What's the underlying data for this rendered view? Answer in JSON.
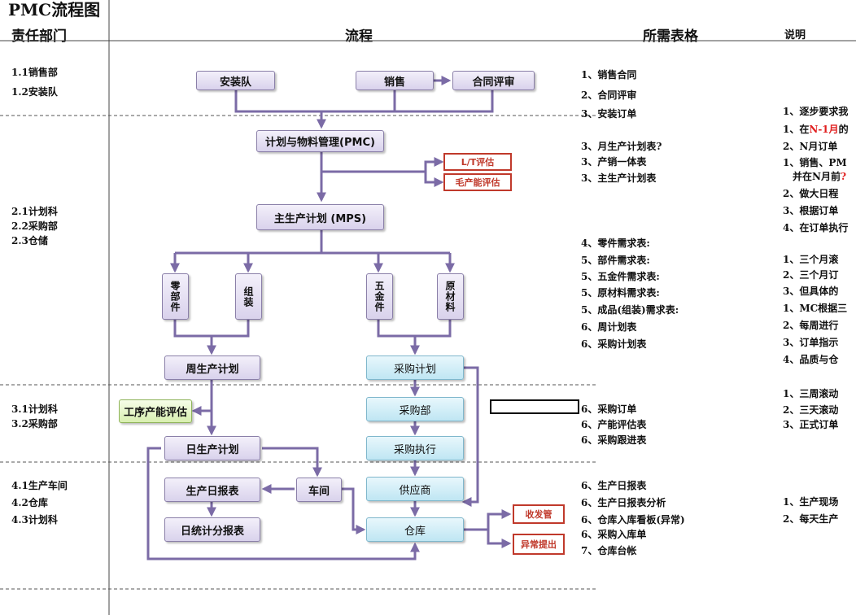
{
  "header": {
    "title": "PMC流程图",
    "dept": "责任部门",
    "flow": "流程",
    "forms": "所需表格",
    "notes": "说明"
  },
  "depts": [
    [
      "1.1销售部",
      "1.2安装队"
    ],
    [
      "2.1计划科",
      "2.2采购部",
      "2.3仓储"
    ],
    [
      "3.1计划科",
      "3.2采购部"
    ],
    [
      "4.1生产车间",
      "4.2仓库",
      "4.3计划科"
    ]
  ],
  "boxes": {
    "install": "安装队",
    "sales": "销售",
    "contract": "合同评审",
    "pmc": "计划与物料管理(PMC)",
    "lt": "L/T评估",
    "capacity": "毛产能评估",
    "mps": "主生产计划 (MPS)",
    "parts": "零部件",
    "assembly": "组装",
    "hardware": "五金件",
    "raw": "原材料",
    "weekly": "周生产计划",
    "purchase_plan": "采购计划",
    "process_eval": "工序产能评估",
    "purchasing": "采购部",
    "daily": "日生产计划",
    "purchase_exec": "采购执行",
    "daily_report": "生产日报表",
    "workshop": "车间",
    "supplier": "供应商",
    "daily_stats": "日统计分报表",
    "warehouse": "仓库",
    "receiving": "收发管",
    "exception": "异常提出"
  },
  "forms": [
    "1、销售合同",
    "2、合同评审",
    "3、安装订单",
    "3、月生产计划表?",
    "3、产销一体表",
    "3、主生产计划表",
    "4、零件需求表:",
    "5、部件需求表:",
    "5、五金件需求表:",
    "5、原材料需求表:",
    "5、成品(组装)需求表:",
    "6、周计划表",
    "6、采购计划表",
    "6、采购订单",
    "6、产能评估表",
    "6、采购跟进表",
    "6、生产日报表",
    "6、生产日报表分析",
    "6、仓库入库看板(异常)",
    "6、采购入库单",
    "7、仓库台帐"
  ],
  "notes": {
    "n1": "1、逐步要求我",
    "n2_prefix": "1、在",
    "n2_red": "N-1月",
    "n2_suffix": "的",
    "n3": "2、N月订单",
    "n4": "1、销售、PM",
    "n5_prefix": "并在N月前",
    "n5_red": "?",
    "n6": "2、做大日程",
    "n7": "3、根据订单",
    "n8": "4、在订单执行",
    "n9": "1、三个月滚",
    "n10": "2、三个月订",
    "n11": "3、但具体的",
    "n12": "1、MC根据三",
    "n13": "2、每周进行",
    "n14": "3、订单指示",
    "n15": "4、品质与仓",
    "n16": "1、三周滚动",
    "n17": "2、三天滚动",
    "n18": "3、正式订单",
    "n19": "1、生产现场",
    "n20": "2、每天生产"
  }
}
